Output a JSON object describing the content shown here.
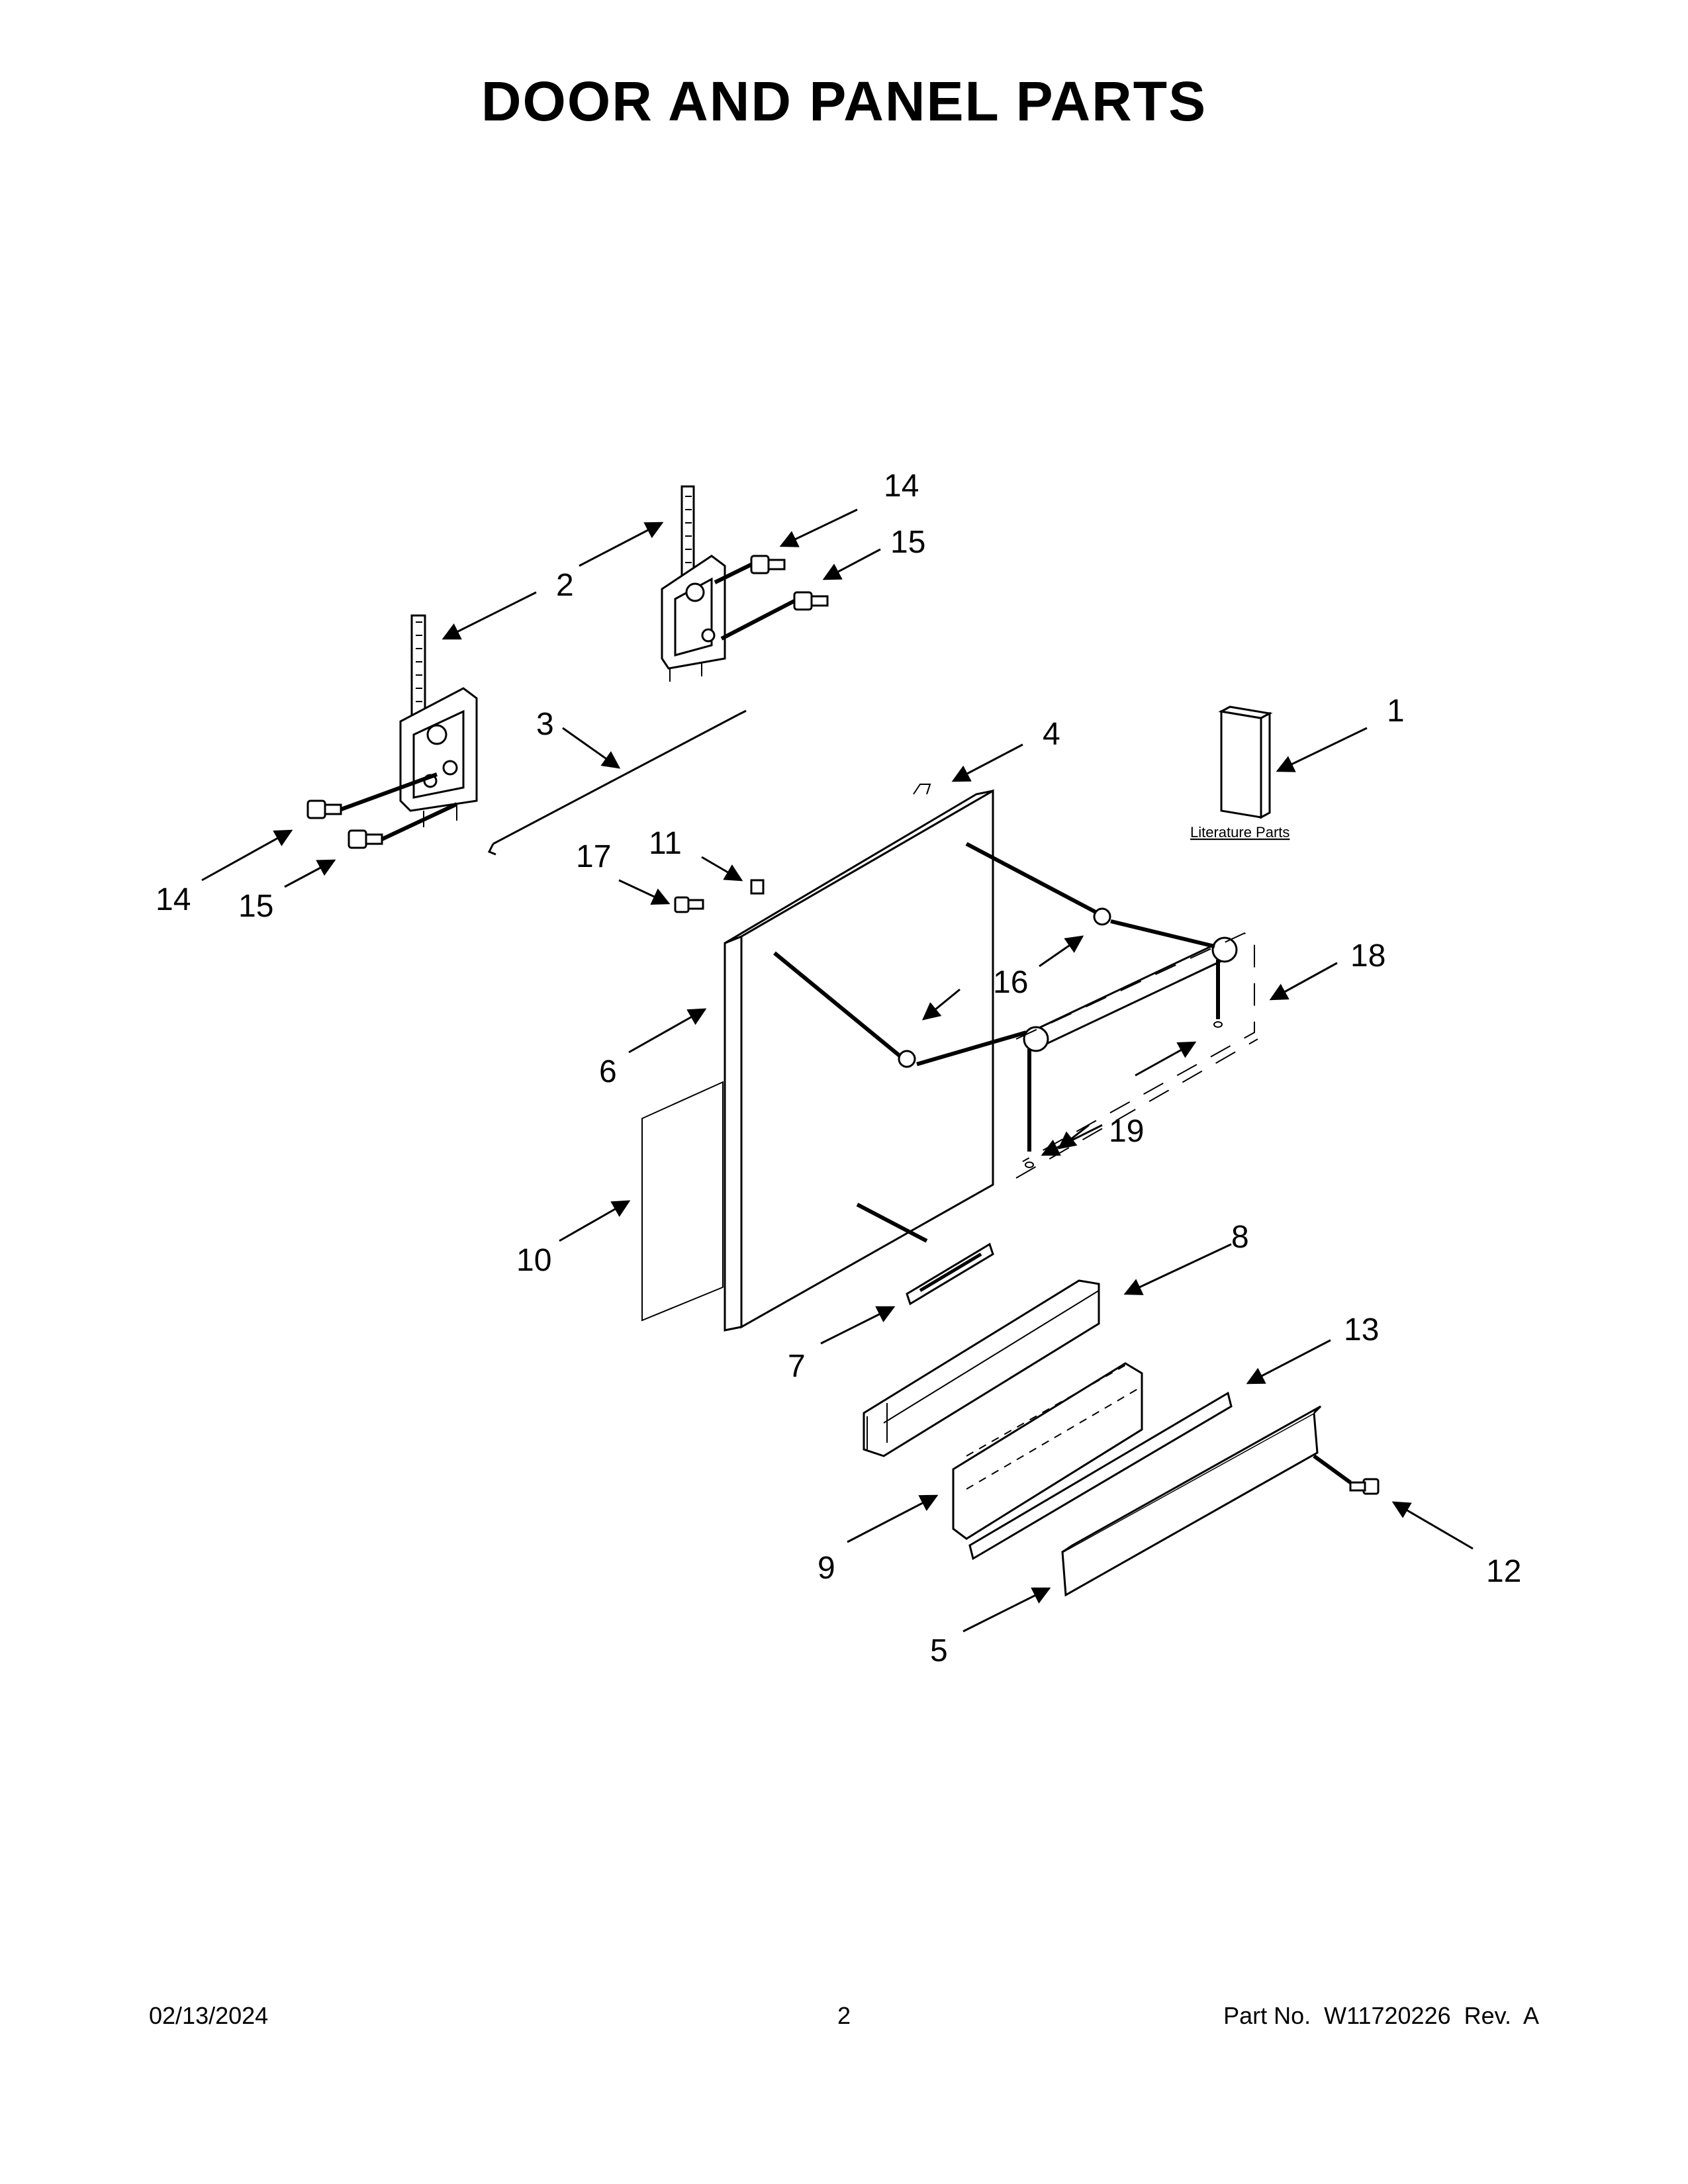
{
  "title": "DOOR AND PANEL PARTS",
  "literature_label": "Literature Parts",
  "callouts": {
    "c1": "1",
    "c2": "2",
    "c3": "3",
    "c4": "4",
    "c5": "5",
    "c6": "6",
    "c7": "7",
    "c8": "8",
    "c9": "9",
    "c10": "10",
    "c11": "11",
    "c12": "12",
    "c13": "13",
    "c14a": "14",
    "c14b": "14",
    "c15a": "15",
    "c15b": "15",
    "c16": "16",
    "c17": "17",
    "c18": "18",
    "c19": "19"
  },
  "footer": {
    "date": "02/13/2024",
    "page": "2",
    "part": "Part No.  W11720226  Rev.  A"
  }
}
